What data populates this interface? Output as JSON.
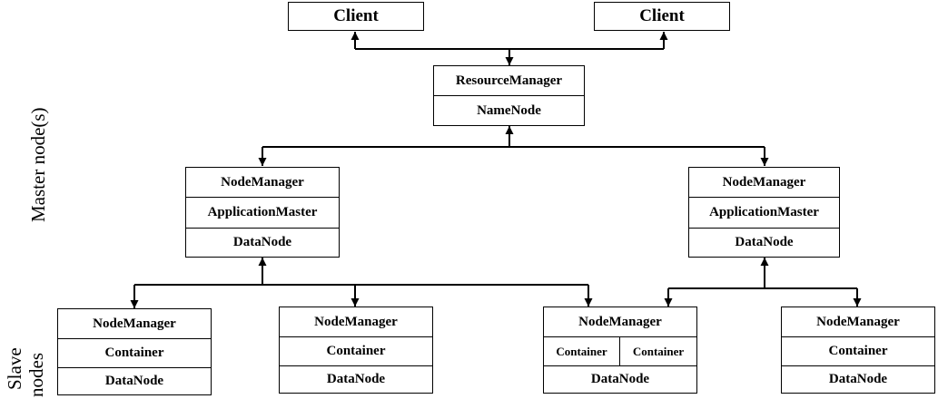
{
  "clients": [
    {
      "label": "Client"
    },
    {
      "label": "Client"
    }
  ],
  "master": {
    "resource_manager": "ResourceManager",
    "name_node": "NameNode"
  },
  "level2": [
    {
      "node_manager": "NodeManager",
      "application_master": "ApplicationMaster",
      "data_node": "DataNode"
    },
    {
      "node_manager": "NodeManager",
      "application_master": "ApplicationMaster",
      "data_node": "DataNode"
    }
  ],
  "slaves": [
    {
      "node_manager": "NodeManager",
      "container": "Container",
      "data_node": "DataNode"
    },
    {
      "node_manager": "NodeManager",
      "container": "Container",
      "data_node": "DataNode"
    },
    {
      "node_manager": "NodeManager",
      "containers": [
        "Container",
        "Container"
      ],
      "data_node": "DataNode"
    },
    {
      "node_manager": "NodeManager",
      "container": "Container",
      "data_node": "DataNode"
    }
  ],
  "side_labels": {
    "master": "Master node(s)",
    "slave_line1": "Slave",
    "slave_line2": "nodes"
  }
}
